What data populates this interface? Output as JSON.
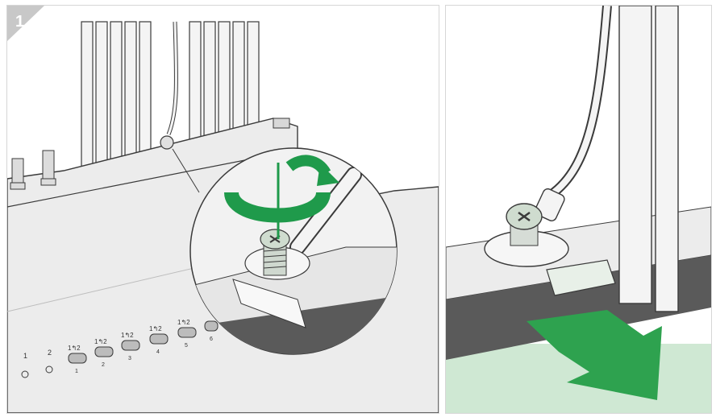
{
  "step": {
    "number": "1",
    "badge_color": "#c8c8c8"
  },
  "colors": {
    "accent_green": "#1f9a4b",
    "arrow_green": "#2ea24f",
    "light_green_floor": "#cfe8d3",
    "body_gray": "#e8e8e8",
    "cable_white": "#f4f4f4",
    "outline": "#3a3a3a",
    "dark_slot": "#5a5a5a"
  },
  "device": {
    "group_a": {
      "label_1": "1",
      "label_2": "2"
    },
    "switches": [
      {
        "top": "1↰2",
        "bottom": "1"
      },
      {
        "top": "1↰2",
        "bottom": "2"
      },
      {
        "top": "1↰2",
        "bottom": "3"
      },
      {
        "top": "1↰2",
        "bottom": "4"
      },
      {
        "top": "1↰2",
        "bottom": "5"
      },
      {
        "top": "",
        "bottom": "6"
      }
    ]
  },
  "icons": {
    "rotate_arrow": "rotate-arrow-icon",
    "pull_arrow": "pull-out-arrow-icon",
    "screw": "screw-icon"
  }
}
